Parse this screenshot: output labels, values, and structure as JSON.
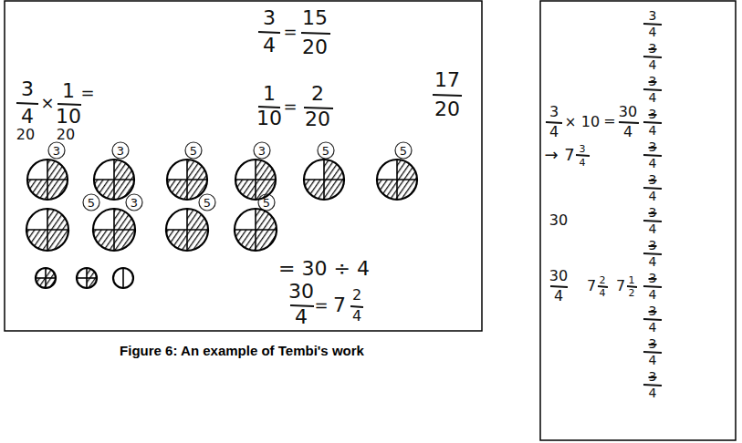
{
  "diagram": {
    "caption": "Figure 6: An example of Tembi's work",
    "labels": [
      "3",
      "4",
      "=",
      "15",
      "20",
      "3",
      "4",
      "×",
      "1",
      "10",
      "=",
      "20",
      "20",
      "1",
      "10",
      "=",
      "2",
      "20",
      "17",
      "20",
      "3",
      "3",
      "5",
      "3",
      "5",
      "5",
      "5",
      "3",
      "5",
      "5",
      "= 30 ÷ 4",
      "30",
      "4",
      "=",
      "7",
      "2",
      "4",
      "3",
      "4",
      "×",
      "10",
      "=",
      "30",
      "4",
      "→",
      "7",
      "3",
      "4",
      "30",
      "30",
      "4",
      "7",
      "2",
      "4",
      "7",
      "1",
      "2",
      "3",
      "4",
      "3",
      "4",
      "3",
      "4",
      "3",
      "4",
      "3",
      "4",
      "3",
      "4",
      "3",
      "4",
      "3",
      "4",
      "3",
      "4",
      "3",
      "4",
      "3",
      "4",
      "3",
      "4"
    ]
  }
}
